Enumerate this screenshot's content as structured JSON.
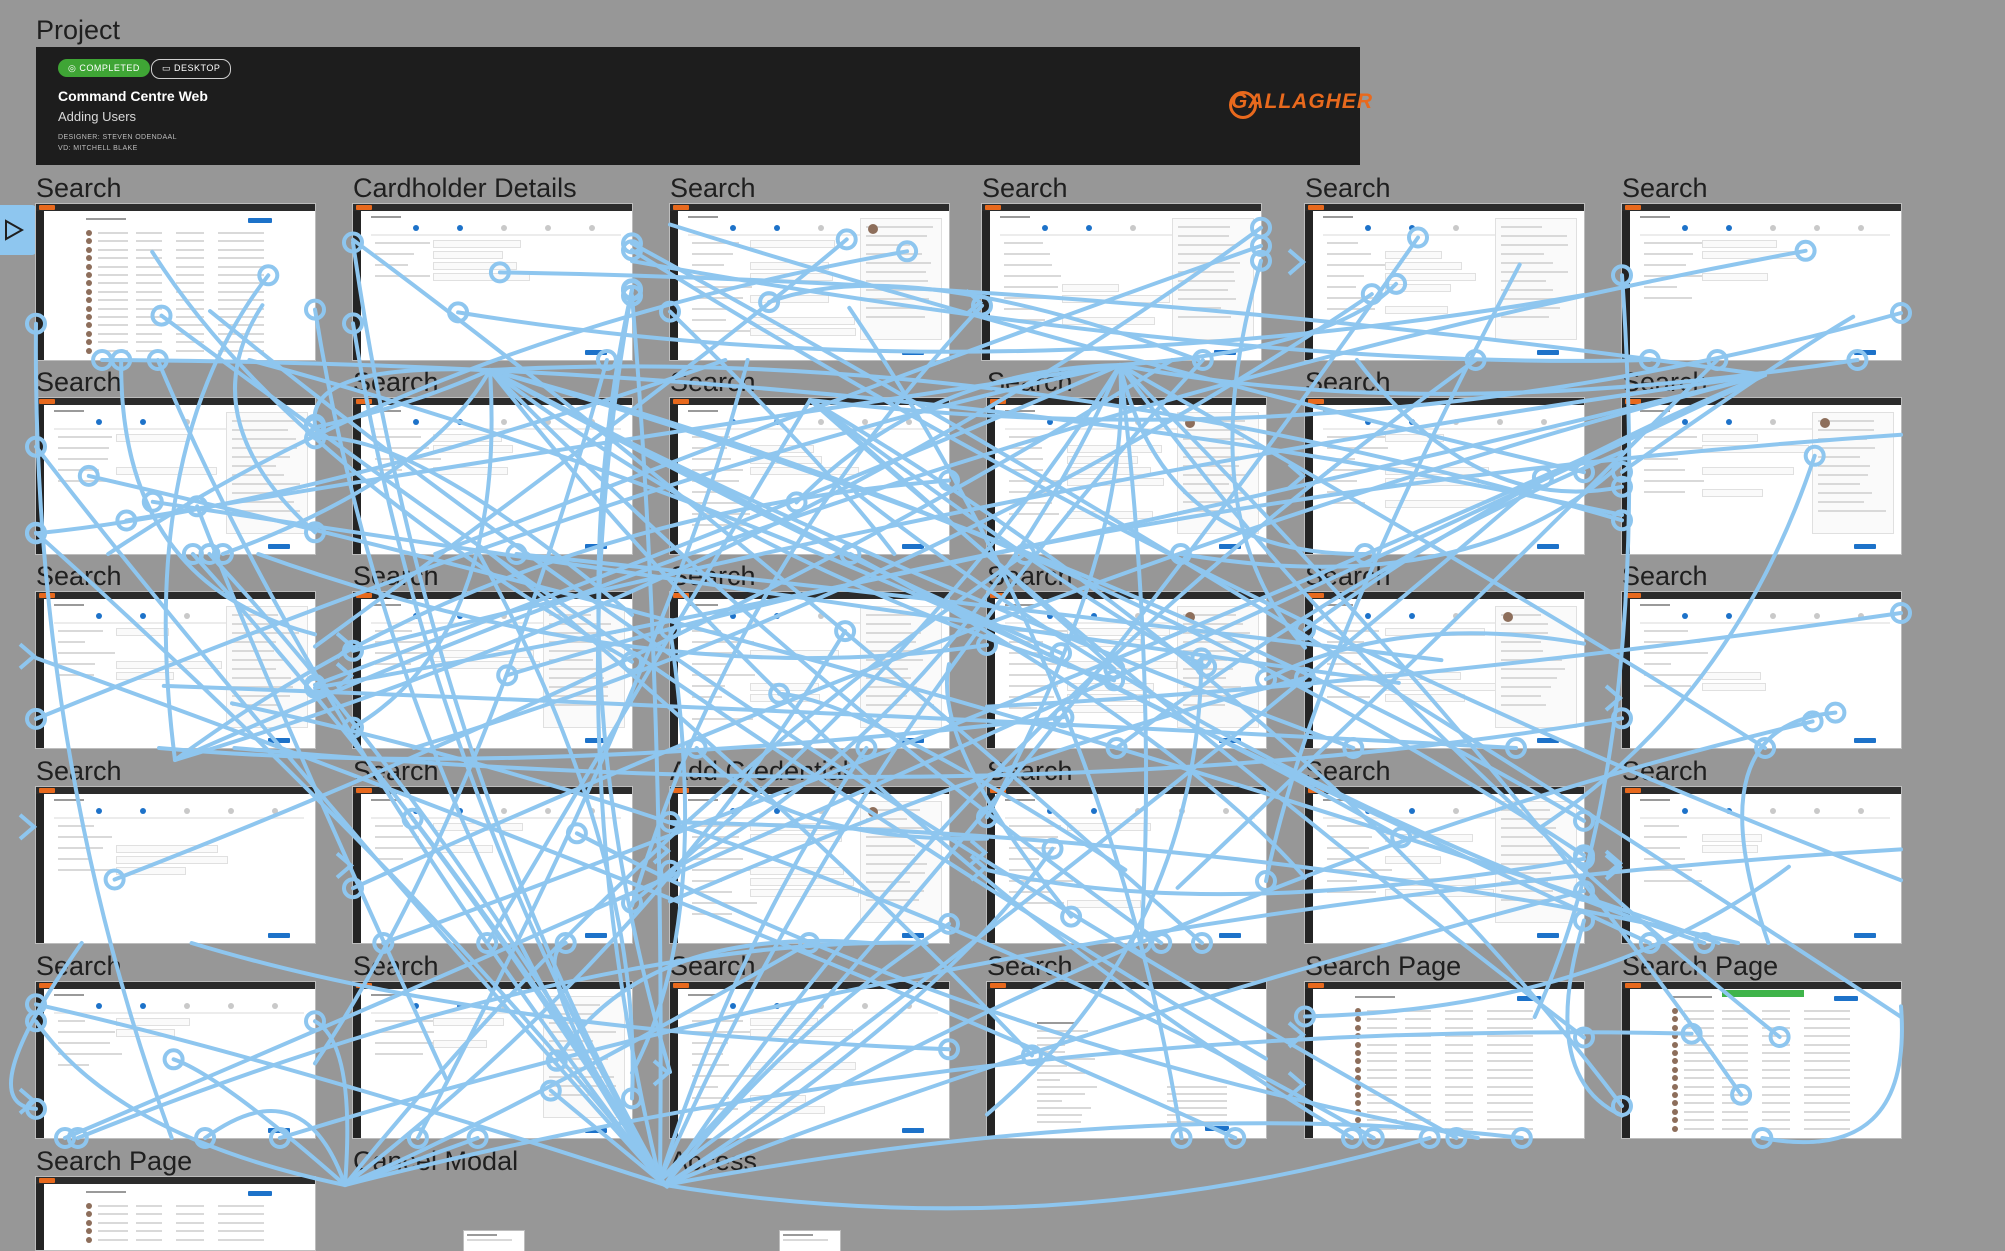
{
  "project_label": "Project",
  "banner": {
    "status_badge": "COMPLETED",
    "platform_badge": "DESKTOP",
    "title": "Command Centre Web",
    "subtitle": "Adding Users",
    "designer": "DESIGNER: STEVEN ODENDAAL",
    "vd": "VD: MITCHELL BLAKE",
    "logo_text": "GALLAGHER"
  },
  "frames": [
    {
      "label": "Search",
      "kind": "table"
    },
    {
      "label": "Cardholder Details",
      "kind": "form"
    },
    {
      "label": "Search",
      "kind": "form"
    },
    {
      "label": "Search",
      "kind": "form"
    },
    {
      "label": "Search",
      "kind": "detail"
    },
    {
      "label": "Search",
      "kind": "wizard"
    },
    {
      "label": "Search",
      "kind": "wizard"
    },
    {
      "label": "Search",
      "kind": "wizard"
    },
    {
      "label": "Search",
      "kind": "wizard"
    },
    {
      "label": "Search",
      "kind": "wizard"
    },
    {
      "label": "Search",
      "kind": "wizard"
    },
    {
      "label": "Search",
      "kind": "wizard"
    },
    {
      "label": "Search",
      "kind": "wizard"
    },
    {
      "label": "Search",
      "kind": "wizard"
    },
    {
      "label": "Search",
      "kind": "wizard"
    },
    {
      "label": "Search",
      "kind": "wizard"
    },
    {
      "label": "Search",
      "kind": "detail"
    },
    {
      "label": "Search",
      "kind": "wizard"
    },
    {
      "label": "Search",
      "kind": "wizard"
    },
    {
      "label": "Search",
      "kind": "wizard"
    },
    {
      "label": "Add Credential",
      "kind": "wizard"
    },
    {
      "label": "Search",
      "kind": "wizard"
    },
    {
      "label": "Search",
      "kind": "wizard"
    },
    {
      "label": "Search",
      "kind": "wizard"
    },
    {
      "label": "Search",
      "kind": "wizard"
    },
    {
      "label": "Search",
      "kind": "wizard"
    },
    {
      "label": "Search",
      "kind": "wizard"
    },
    {
      "label": "Search",
      "kind": "summary"
    },
    {
      "label": "Search Page",
      "kind": "table"
    },
    {
      "label": "Search Page",
      "kind": "table"
    },
    {
      "label": "Search Page",
      "kind": "table"
    },
    {
      "label": "Cancel Modal",
      "kind": "modal"
    },
    {
      "label": "Access",
      "kind": "modal"
    }
  ],
  "colors": {
    "canvas": "#979797",
    "banner": "#1d1d1d",
    "completed": "#3fa535",
    "brand_orange": "#e8691d",
    "prototype_link": "#8ec6ef",
    "accent_blue": "#1d72c9"
  },
  "icons": {
    "present": "play-triangle-icon",
    "completed": "check-circle-icon",
    "desktop": "monitor-icon"
  }
}
